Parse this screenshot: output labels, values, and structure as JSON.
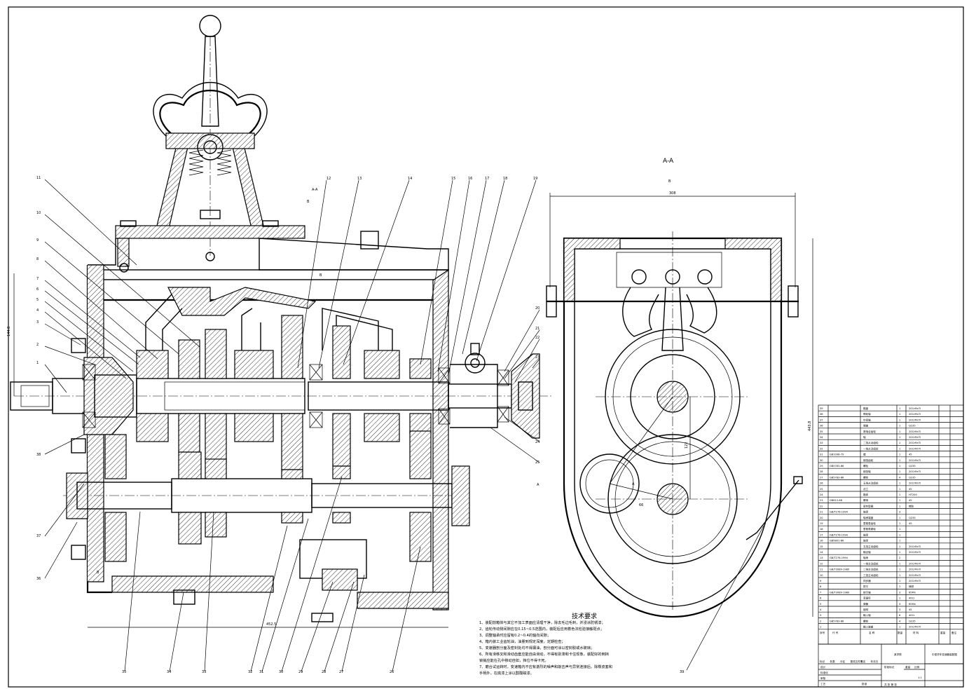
{
  "section_labels": {
    "aa_main": "A-A",
    "aa_right": "A-A",
    "b_main_left": "B",
    "b_main_right": "B",
    "b_right": "B",
    "a_cut": "A",
    "a_cut2": "A",
    "b_lower": "B"
  },
  "dimensions": {
    "overall_length": "452.5",
    "overall_width": "308",
    "height_left": "144.8",
    "height_right": "443.8",
    "center_distance": "122",
    "offset_small": "66"
  },
  "callouts": {
    "top": [
      "11",
      "10",
      "9",
      "8",
      "7",
      "6",
      "5",
      "4",
      "3",
      "2",
      "1"
    ],
    "top_right": [
      "12",
      "13",
      "14",
      "15",
      "16",
      "17",
      "18",
      "19"
    ],
    "right": [
      "20",
      "21",
      "22",
      "23",
      "24",
      "25"
    ],
    "bottom": [
      "39",
      "38",
      "37",
      "36",
      "35",
      "34",
      "33",
      "32",
      "31",
      "30",
      "29",
      "28",
      "27",
      "26"
    ]
  },
  "tech_requirements": {
    "title": "技术要求",
    "lines": [
      "1、装配前箱体与其它不加工表面应清理干净，除去毛边毛刺，并浸涂防锈漆；",
      "2、齿轮传动侧间隙应在0.15~0.5范围内，装配后应用着色法检验接触斑点；",
      "3、调整轴承时应留有0.2~0.4的轴向间隙；",
      "4、箱内装工业齿轮油，油量到规定深度，定期检查；",
      "5、变速器剖分面及密封处均不得漏油，剖分面可涂以密封胶或水玻璃；",
      "6、所有滑移叉和滑动齿套应能自由滑动，不得有别滞和卡住现象，装配好的倒挡",
      "   锁销应能在孔中移动自如，挡位不得卡死。",
      "7、磨合试运转时，变速箱内不应有激烈的噪声和敲击声与异常连接后，除橡皮套和",
      "   手柄外，在底漆上涂以醇酸磁漆。"
    ]
  },
  "parts_list": {
    "rows": [
      {
        "no": "39",
        "std": "",
        "name": "箱盖",
        "qty": "1",
        "mat": "20CrMnTi"
      },
      {
        "no": "38",
        "std": "",
        "name": "惰轮轴",
        "qty": "1",
        "mat": "20CrMnTi"
      },
      {
        "no": "37",
        "std": "",
        "name": "中间轴",
        "qty": "1",
        "mat": "20CrMnTi"
      },
      {
        "no": "36",
        "std": "",
        "name": "端盖",
        "qty": "1",
        "mat": "Q235"
      },
      {
        "no": "35",
        "std": "",
        "name": "常啮合齿轮",
        "qty": "1",
        "mat": "20CrMnTi"
      },
      {
        "no": "34",
        "std": "",
        "name": "轴",
        "qty": "1",
        "mat": "20CrMnTi"
      },
      {
        "no": "33",
        "std": "",
        "name": "二挡从动齿轮",
        "qty": "1",
        "mat": "20CrMnTi"
      },
      {
        "no": "32",
        "std": "",
        "name": "一挡从动齿轮",
        "qty": "1",
        "mat": "20CrMnTi"
      },
      {
        "no": "31",
        "std": "GB1096-79",
        "name": "键",
        "qty": "1",
        "mat": "45"
      },
      {
        "no": "30",
        "std": "",
        "name": "倒挡齿轮",
        "qty": "1",
        "mat": "20CrMnTi"
      },
      {
        "no": "29",
        "std": "GB5783-86",
        "name": "螺栓",
        "qty": "1",
        "mat": "Q235"
      },
      {
        "no": "28",
        "std": "",
        "name": "倒挡轴",
        "qty": "1",
        "mat": "20CrMnTi"
      },
      {
        "no": "27",
        "std": "GB5783-86",
        "name": "螺栓",
        "qty": "4",
        "mat": "Q235"
      },
      {
        "no": "26",
        "std": "",
        "name": "五挡从动齿轮",
        "qty": "1",
        "mat": "20CrMnTi"
      },
      {
        "no": "25",
        "std": "",
        "name": "法兰",
        "qty": "1",
        "mat": "45"
      },
      {
        "no": "24",
        "std": "",
        "name": "箱体",
        "qty": "1",
        "mat": "HT200"
      },
      {
        "no": "23",
        "std": "GB812-88",
        "name": "螺母",
        "qty": "1",
        "mat": "45"
      },
      {
        "no": "22",
        "std": "",
        "name": "密封垫圈",
        "qty": "1",
        "mat": "橡胶"
      },
      {
        "no": "21",
        "std": "GB/T276-1994",
        "name": "轴承",
        "qty": "3",
        "mat": ""
      },
      {
        "no": "20",
        "std": "",
        "name": "轴承端盖",
        "qty": "1",
        "mat": "Q235"
      },
      {
        "no": "19",
        "std": "",
        "name": "里程表齿轮",
        "qty": "1",
        "mat": "45"
      },
      {
        "no": "18",
        "std": "",
        "name": "里程表蜗轮",
        "qty": "1",
        "mat": ""
      },
      {
        "no": "17",
        "std": "GB/T276-1994",
        "name": "轴承",
        "qty": "1",
        "mat": ""
      },
      {
        "no": "16",
        "std": "GB5801-86",
        "name": "轴承",
        "qty": "1",
        "mat": ""
      },
      {
        "no": "15",
        "std": "",
        "name": "五挡主动齿轮",
        "qty": "1",
        "mat": "20CrMnTi"
      },
      {
        "no": "14",
        "std": "",
        "name": "输出轴",
        "qty": "1",
        "mat": "20CrMnTi"
      },
      {
        "no": "13",
        "std": "GB/T276-1994",
        "name": "轴承",
        "qty": "2",
        "mat": ""
      },
      {
        "no": "12",
        "std": "",
        "name": "一挡主动齿轮",
        "qty": "1",
        "mat": "20CrMnTi"
      },
      {
        "no": "11",
        "std": "GB/T3089-1980",
        "name": "二挡主动齿轮",
        "qty": "1",
        "mat": "20CrMnTi"
      },
      {
        "no": "10",
        "std": "",
        "name": "三挡主动齿轮",
        "qty": "1",
        "mat": "20CrMnTi"
      },
      {
        "no": "9",
        "std": "",
        "name": "同步器",
        "qty": "1",
        "mat": "20CrMnTi"
      },
      {
        "no": "8",
        "std": "",
        "name": "拨叉",
        "qty": "1",
        "mat": "铸铁"
      },
      {
        "no": "7",
        "std": "GB/T3089-1980",
        "name": "拨叉轴",
        "qty": "3",
        "mat": "65Mn"
      },
      {
        "no": "6",
        "std": "",
        "name": "变速杆",
        "qty": "1",
        "mat": "40Cr"
      },
      {
        "no": "5",
        "std": "",
        "name": "弹簧",
        "qty": "3",
        "mat": "65Mn"
      },
      {
        "no": "4",
        "std": "",
        "name": "钢球",
        "qty": "3",
        "mat": "45"
      },
      {
        "no": "3",
        "std": "",
        "name": "输入轴",
        "qty": "6",
        "mat": "40Cr"
      },
      {
        "no": "2",
        "std": "GB5783-86",
        "name": "螺栓",
        "qty": "4",
        "mat": "Q235"
      },
      {
        "no": "1",
        "std": "",
        "name": "输入轴盖",
        "qty": "1",
        "mat": "20CrMnTi"
      }
    ],
    "header": {
      "no": "序号",
      "std": "代 号",
      "name": "名 称",
      "qty": "数量",
      "mat": "材 料",
      "weight": "重量",
      "note": "备注"
    }
  },
  "title_block": {
    "drawing_name": "中型货车变速器装配图",
    "company": "某学院",
    "scale": "1:1",
    "sheet": "共 张 第 张",
    "stage": "阶段标记",
    "weight": "重量",
    "ratio": "比例",
    "row_labels": [
      "标记",
      "处数",
      "分区",
      "更改文件号",
      "签名",
      "年月日"
    ],
    "design": "设计",
    "check": "审核",
    "process": "工艺",
    "approve": "批准",
    "standard": "标准化"
  }
}
